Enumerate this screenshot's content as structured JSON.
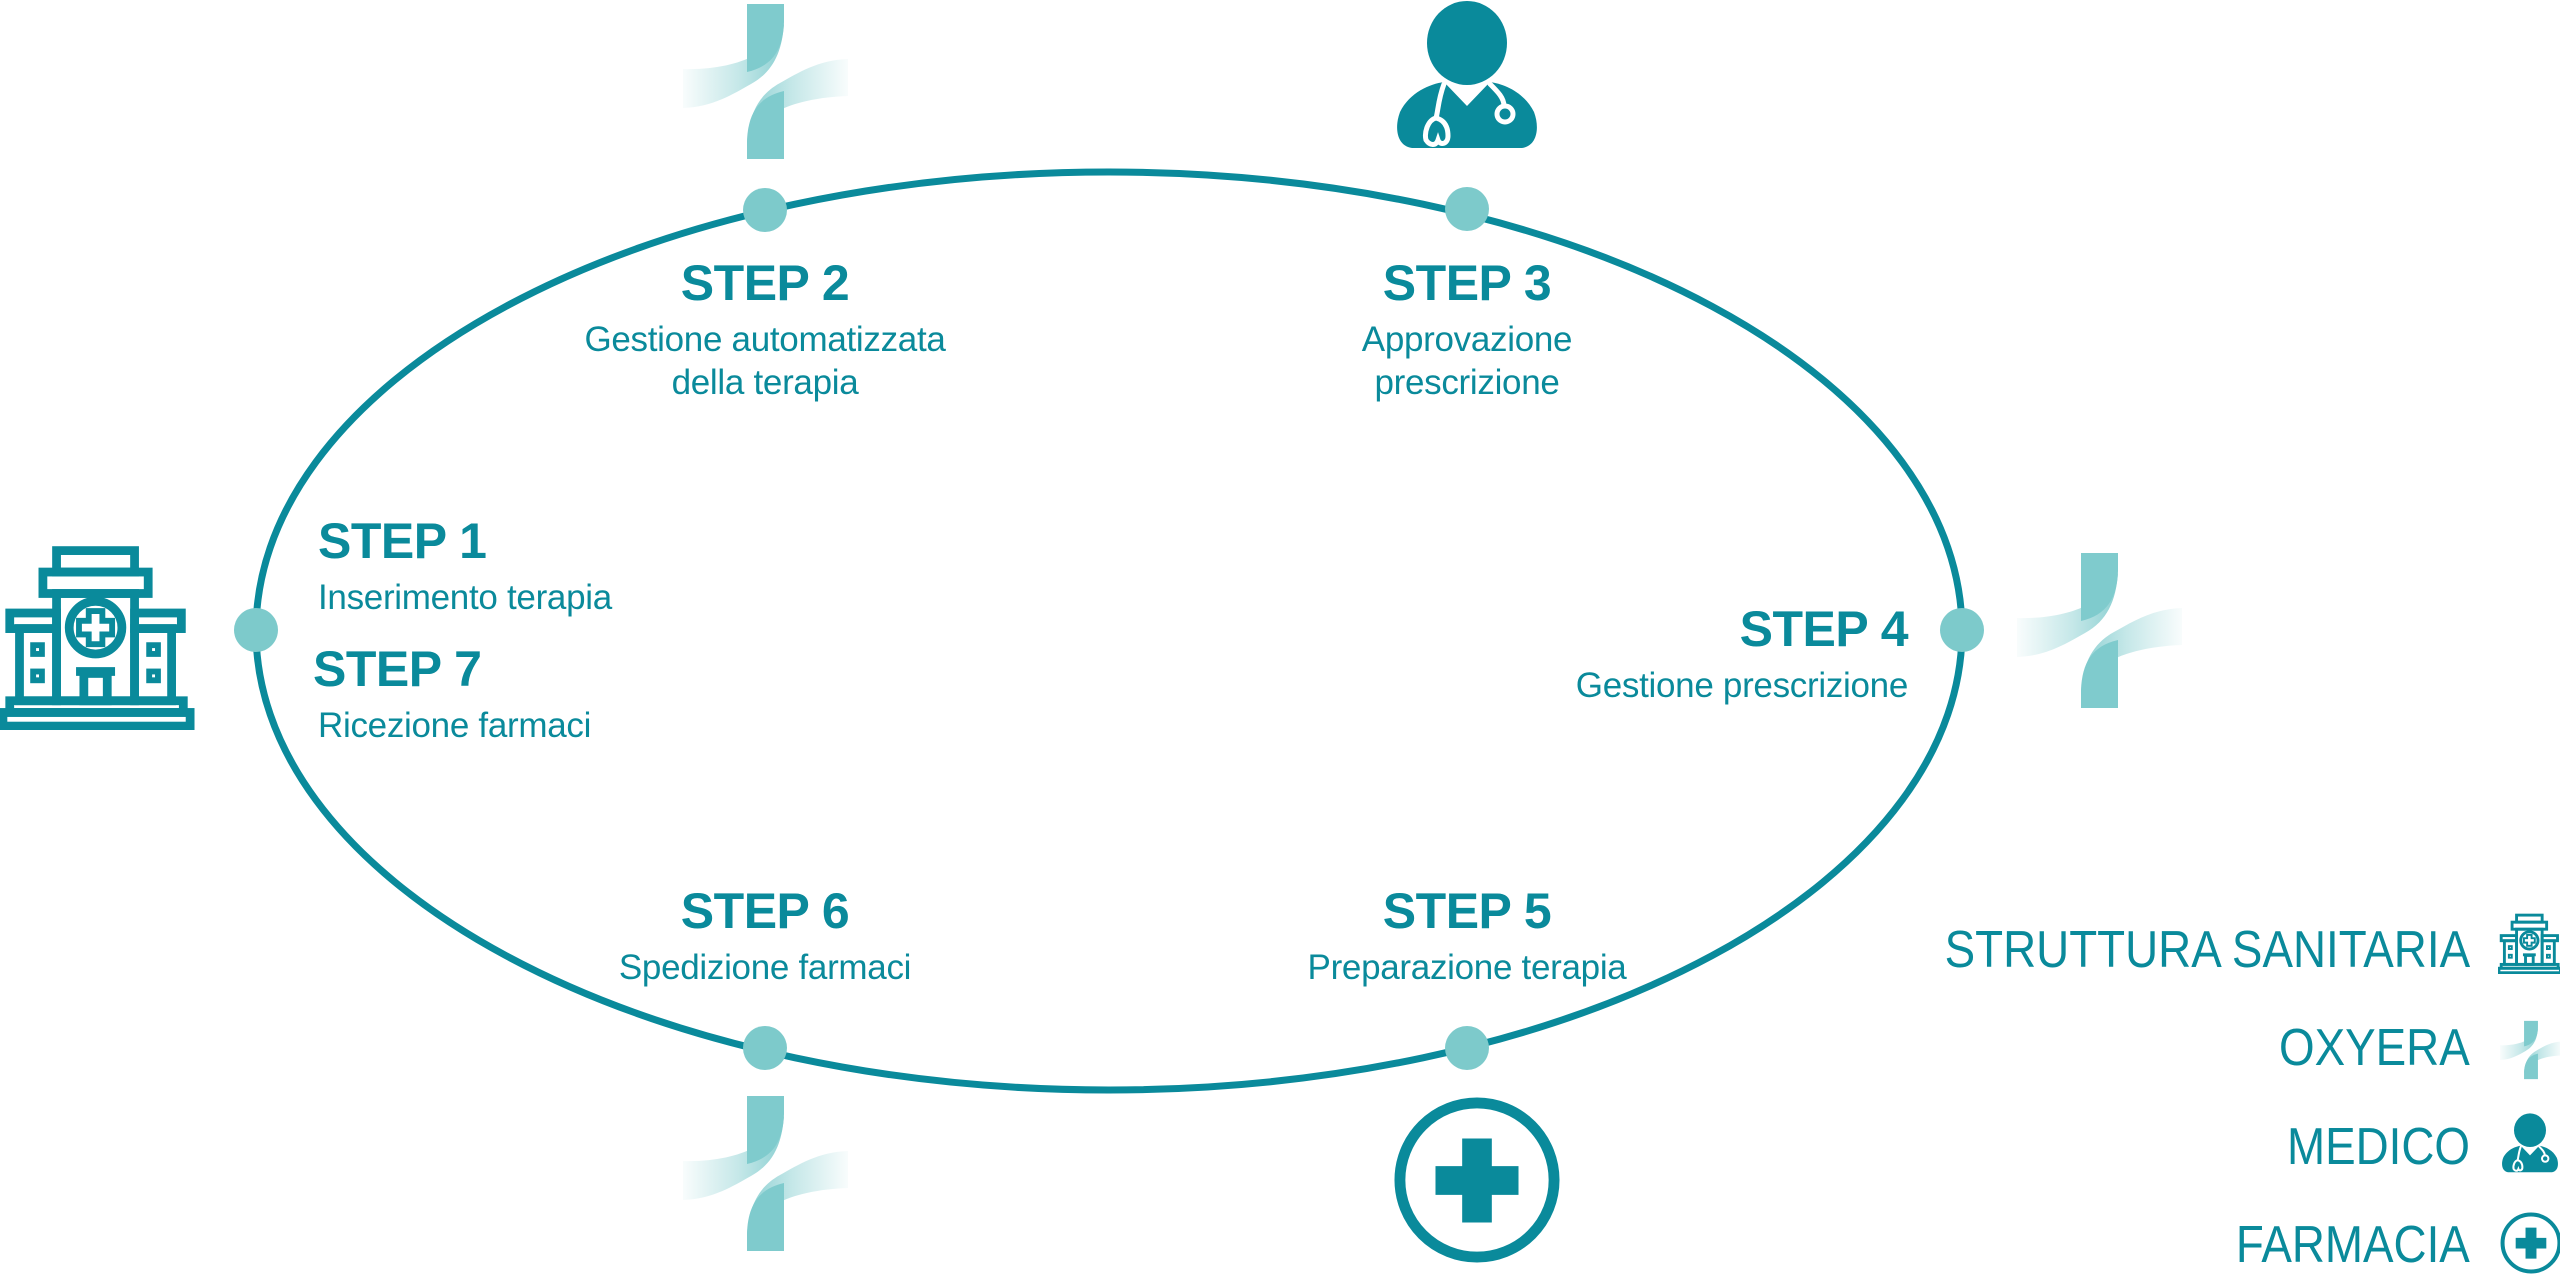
{
  "colors": {
    "primary": "#0a8a9b",
    "node": "#7dcacb",
    "oxyera_light": "#7fcbcd"
  },
  "steps": [
    {
      "id": 1,
      "title": "STEP 1",
      "lines": [
        "Inserimento terapia"
      ],
      "actor": "struttura-sanitaria"
    },
    {
      "id": 2,
      "title": "STEP 2",
      "lines": [
        "Gestione automatizzata",
        "della terapia"
      ],
      "actor": "oxyera"
    },
    {
      "id": 3,
      "title": "STEP 3",
      "lines": [
        "Approvazione",
        "prescrizione"
      ],
      "actor": "medico"
    },
    {
      "id": 4,
      "title": "STEP 4",
      "lines": [
        "Gestione prescrizione"
      ],
      "actor": "oxyera"
    },
    {
      "id": 5,
      "title": "STEP 5",
      "lines": [
        "Preparazione terapia"
      ],
      "actor": "farmacia"
    },
    {
      "id": 6,
      "title": "STEP 6",
      "lines": [
        "Spedizione farmaci"
      ],
      "actor": "oxyera"
    },
    {
      "id": 7,
      "title": "STEP 7",
      "lines": [
        "Ricezione farmaci"
      ],
      "actor": "struttura-sanitaria"
    }
  ],
  "legend": [
    {
      "label": "STRUTTURA SANITARIA",
      "icon": "hospital-icon"
    },
    {
      "label": "OXYERA",
      "icon": "oxyera-logo-icon"
    },
    {
      "label": "MEDICO",
      "icon": "doctor-icon"
    },
    {
      "label": "FARMACIA",
      "icon": "pharmacy-cross-icon"
    }
  ]
}
